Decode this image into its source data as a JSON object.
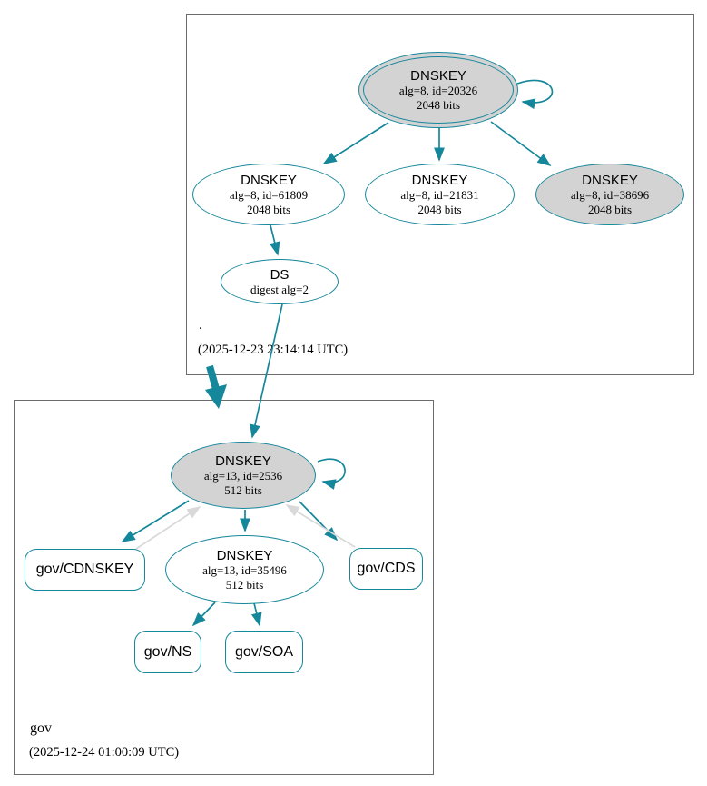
{
  "diagram_type": "dnssec-authentication-chain",
  "colors": {
    "edge_secure": "#15879b",
    "edge_pending": "#d9d9d9",
    "node_fill_ksk": "#d3d3d3",
    "node_fill_default": "#ffffff",
    "box_border": "#6b6b6b",
    "text": "#000000"
  },
  "zones": [
    {
      "label": ".",
      "timestamp": "(2025-12-23 23:14:14 UTC)"
    },
    {
      "label": "gov",
      "timestamp": "(2025-12-24 01:00:09 UTC)"
    }
  ],
  "nodes": {
    "root_ksk": {
      "title": "DNSKEY",
      "detail": "alg=8, id=20326",
      "bits": "2048 bits"
    },
    "root_key_61809": {
      "title": "DNSKEY",
      "detail": "alg=8, id=61809",
      "bits": "2048 bits"
    },
    "root_key_21831": {
      "title": "DNSKEY",
      "detail": "alg=8, id=21831",
      "bits": "2048 bits"
    },
    "root_key_38696": {
      "title": "DNSKEY",
      "detail": "alg=8, id=38696",
      "bits": "2048 bits"
    },
    "root_ds": {
      "title": "DS",
      "detail": "digest alg=2"
    },
    "gov_ksk": {
      "title": "DNSKEY",
      "detail": "alg=13, id=2536",
      "bits": "512 bits"
    },
    "gov_zsk": {
      "title": "DNSKEY",
      "detail": "alg=13, id=35496",
      "bits": "512 bits"
    },
    "gov_cdnskey": {
      "label": "gov/CDNSKEY"
    },
    "gov_cds": {
      "label": "gov/CDS"
    },
    "gov_ns": {
      "label": "gov/NS"
    },
    "gov_soa": {
      "label": "gov/SOA"
    }
  }
}
